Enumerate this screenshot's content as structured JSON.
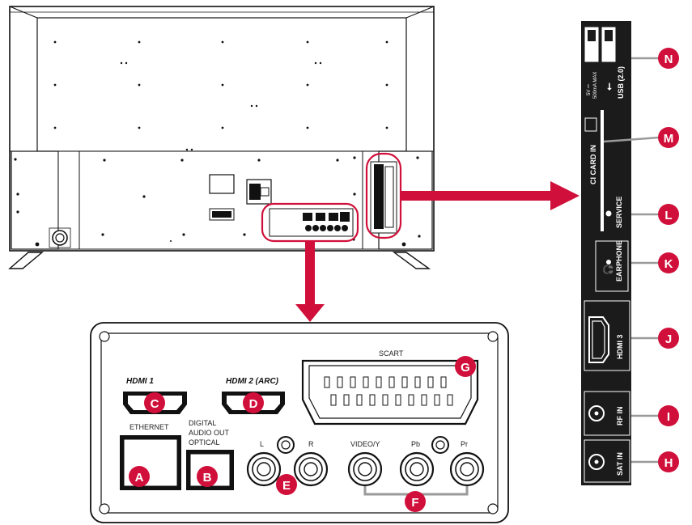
{
  "connectors_bottom": {
    "hdmi1": "HDMI 1",
    "hdmi2": "HDMI 2 (ARC)",
    "ethernet": "ETHERNET",
    "digital_audio": [
      "DIGITAL",
      "AUDIO OUT",
      "OPTICAL"
    ],
    "scart": "SCART",
    "audio_l": "L",
    "audio_r": "R",
    "video_y": "VIDEO/Y",
    "pb": "Pb",
    "pr": "Pr"
  },
  "connectors_side": {
    "usb": "USB (2.0)",
    "usb_power": [
      "5V ⎓",
      "500mA MAX"
    ],
    "ci_card": "CI CARD IN",
    "service": "SERVICE",
    "earphone": "EARPHONE",
    "hdmi3": "HDMI 3",
    "rf_in": "RF IN",
    "sat_in": "SAT IN"
  },
  "callouts": {
    "A": "A",
    "B": "B",
    "C": "C",
    "D": "D",
    "E": "E",
    "F": "F",
    "G": "G",
    "H": "H",
    "I": "I",
    "J": "J",
    "K": "K",
    "L": "L",
    "M": "M",
    "N": "N"
  },
  "colors": {
    "accent_red": "#d0103a",
    "line": "#111111",
    "panel": "#1b1b1b",
    "connector_gray": "#9a9a9a"
  }
}
